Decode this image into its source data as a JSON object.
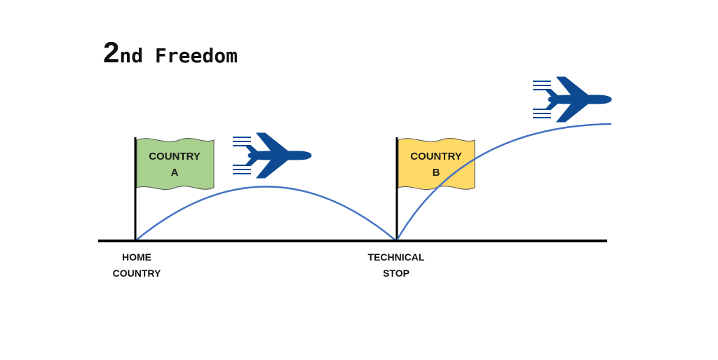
{
  "title": {
    "number": "2",
    "suffix": "nd Freedom"
  },
  "flags": [
    {
      "line1": "COUNTRY",
      "line2": "A",
      "color": "#a9d18e"
    },
    {
      "line1": "COUNTRY",
      "line2": "B",
      "color": "#ffd966"
    }
  ],
  "ground_labels": [
    {
      "line1": "HOME",
      "line2": "COUNTRY"
    },
    {
      "line1": "TECHNICAL",
      "line2": "STOP"
    }
  ],
  "colors": {
    "route": "#4472c4",
    "plane": "#0d4a91",
    "ground": "#000000"
  },
  "icons": [
    "airplane-icon",
    "flag-icon"
  ]
}
